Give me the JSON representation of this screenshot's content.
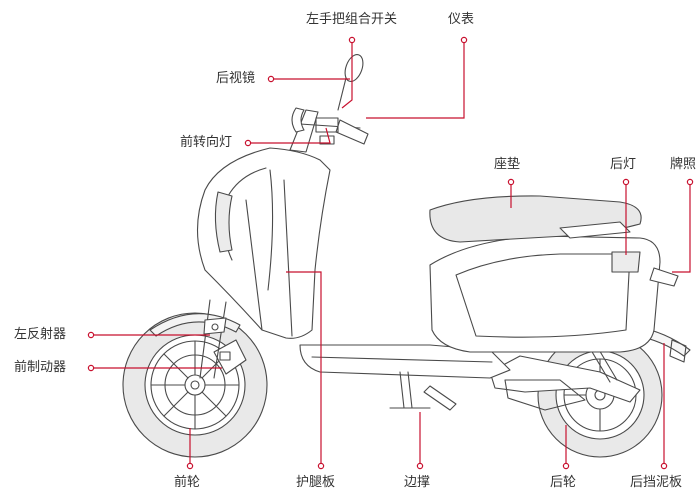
{
  "accent_color": "#c8102e",
  "labels": {
    "left_combo_switch": "左手把组合开关",
    "instrument": "仪表",
    "mirror": "后视镜",
    "front_turn_signal": "前转向灯",
    "seat": "座垫",
    "rear_light": "后灯",
    "license_plate": "牌照",
    "left_reflector": "左反射器",
    "front_brake": "前制动器",
    "front_wheel": "前轮",
    "leg_shield": "护腿板",
    "kickstand": "边撑",
    "rear_wheel": "后轮",
    "rear_fender": "后挡泥板"
  }
}
